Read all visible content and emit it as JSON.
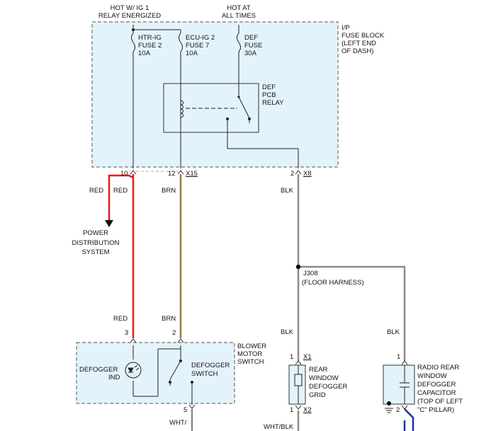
{
  "supply": {
    "hot_ig1_l1": "HOT W/ IG 1",
    "hot_ig1_l2": "RELAY ENERGIZED",
    "hot_all_l1": "HOT AT",
    "hot_all_l2": "ALL TIMES"
  },
  "fuse_block": {
    "l1": "I/P",
    "l2": "FUSE BLOCK",
    "l3": "(LEFT END",
    "l4": "OF DASH)"
  },
  "fuses": [
    {
      "l1": "HTR-IG",
      "l2": "FUSE 2",
      "l3": "10A"
    },
    {
      "l1": "ECU-IG 2",
      "l2": "FUSE 7",
      "l3": "10A"
    },
    {
      "l1": "DEF",
      "l2": "FUSE",
      "l3": "30A"
    }
  ],
  "relay": {
    "l1": "DEF",
    "l2": "PCB",
    "l3": "RELAY"
  },
  "pins": {
    "p10": "10",
    "p12": "12",
    "x15": "X15",
    "p2": "2",
    "x8": "X8",
    "p3": "3",
    "p2b": "2",
    "p5": "5",
    "p1a": "1",
    "x1": "X1",
    "p1b": "1",
    "x2": "X2",
    "p1c": "1",
    "p2c": "2"
  },
  "wires": {
    "red_a": "RED",
    "red_b": "RED",
    "brn": "BRN",
    "blk": "BLK",
    "red_c": "RED",
    "brn_b": "BRN",
    "blk_b": "BLK",
    "blk_c": "BLK",
    "wht": "WHT/",
    "wht_blk": "WHT/BLK"
  },
  "power_dist": {
    "l1": "POWER",
    "l2": "DISTRIBUTION",
    "l3": "SYSTEM"
  },
  "splice": {
    "l1": "J308",
    "l2": "(FLOOR HARNESS)"
  },
  "blower": {
    "l1": "BLOWER",
    "l2": "MOTOR",
    "l3": "SWITCH"
  },
  "defogger_ind": {
    "l1": "DEFOGGER",
    "l2": "IND"
  },
  "defogger_switch": {
    "l1": "DEFOGGER",
    "l2": "SWITCH"
  },
  "grid": {
    "l1": "REAR",
    "l2": "WINDOW",
    "l3": "DEFOGGER",
    "l4": "GRID"
  },
  "capacitor": {
    "l1": "RADIO REAR",
    "l2": "WINDOW",
    "l3": "DEFOGGER",
    "l4": "CAPACITOR",
    "l5": "(TOP OF LEFT",
    "l6": "\"C\" PILLAR)"
  },
  "colors": {
    "red": "#e0201c",
    "brown": "#9b7a3c",
    "gray": "#8a8a8a",
    "box_fill": "#e3f3fb",
    "blue": "#1c2fa8"
  }
}
